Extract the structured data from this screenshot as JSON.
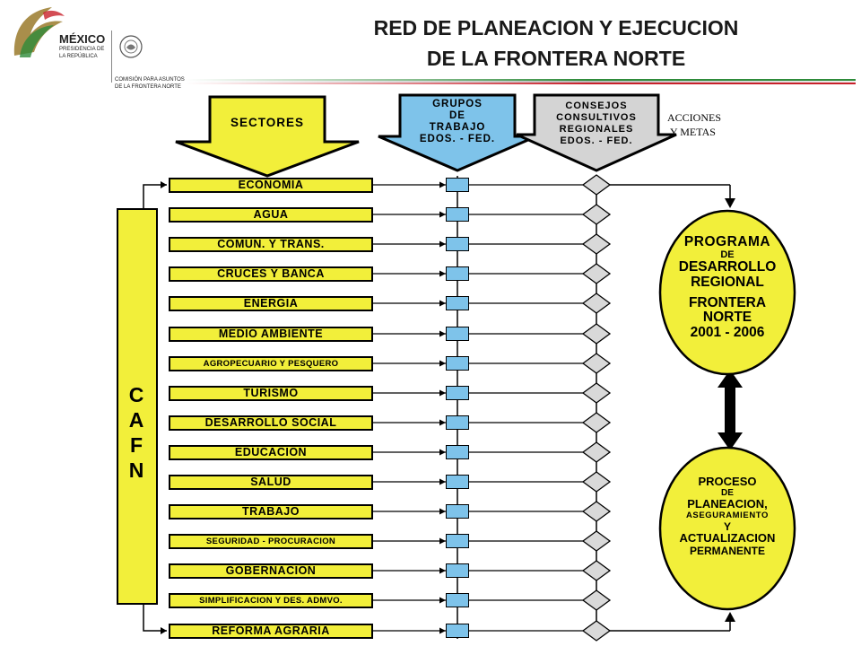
{
  "logo": {
    "country": "MÉXICO",
    "line1": "PRESIDENCIA DE",
    "line2": "LA REPÚBLICA",
    "commission_line1": "COMISIÓN PARA ASUNTOS",
    "commission_line2": "DE LA FRONTERA NORTE"
  },
  "title": {
    "line1": "RED DE PLANEACION Y EJECUCION",
    "line2": "DE LA FRONTERA NORTE"
  },
  "headers": {
    "sectores": "SECTORES",
    "grupos": [
      "GRUPOS",
      "DE",
      "TRABAJO",
      "EDOS. - FED."
    ],
    "consejos": [
      "CONSEJOS",
      "CONSULTIVOS",
      "REGIONALES",
      "EDOS. - FED."
    ],
    "acciones": [
      "ACCIONES",
      "Y METAS"
    ]
  },
  "cafn_letters": [
    "C",
    "A",
    "F",
    "N"
  ],
  "sectors": [
    "ECONOMIA",
    "AGUA",
    "COMUN. Y TRANS.",
    "CRUCES  Y BANCA",
    "ENERGIA",
    "MEDIO AMBIENTE",
    "AGROPECUARIO Y PESQUERO",
    "TURISMO",
    "DESARROLLO SOCIAL",
    "EDUCACION",
    "SALUD",
    "TRABAJO",
    "SEGURIDAD - PROCURACION",
    "GOBERNACION",
    "SIMPLIFICACION Y DES. ADMVO.",
    "REFORMA AGRARIA"
  ],
  "programa": {
    "l1": "PROGRAMA",
    "l2": "DE",
    "l3": "DESARROLLO",
    "l4": "REGIONAL",
    "l5": "FRONTERA",
    "l6": "NORTE",
    "l7": "2001 - 2006"
  },
  "proceso": {
    "l1": "PROCESO",
    "l2": "DE",
    "l3": "PLANEACION,",
    "l4": "ASEGURAMIENTO",
    "l5": "Y",
    "l6": "ACTUALIZACION",
    "l7": "PERMANENTE"
  },
  "colors": {
    "yellow": "#f2ef3a",
    "blue": "#7ec3ea",
    "gray": "#d4d4d4",
    "green": "#2e8b3a",
    "red": "#c8202a"
  }
}
